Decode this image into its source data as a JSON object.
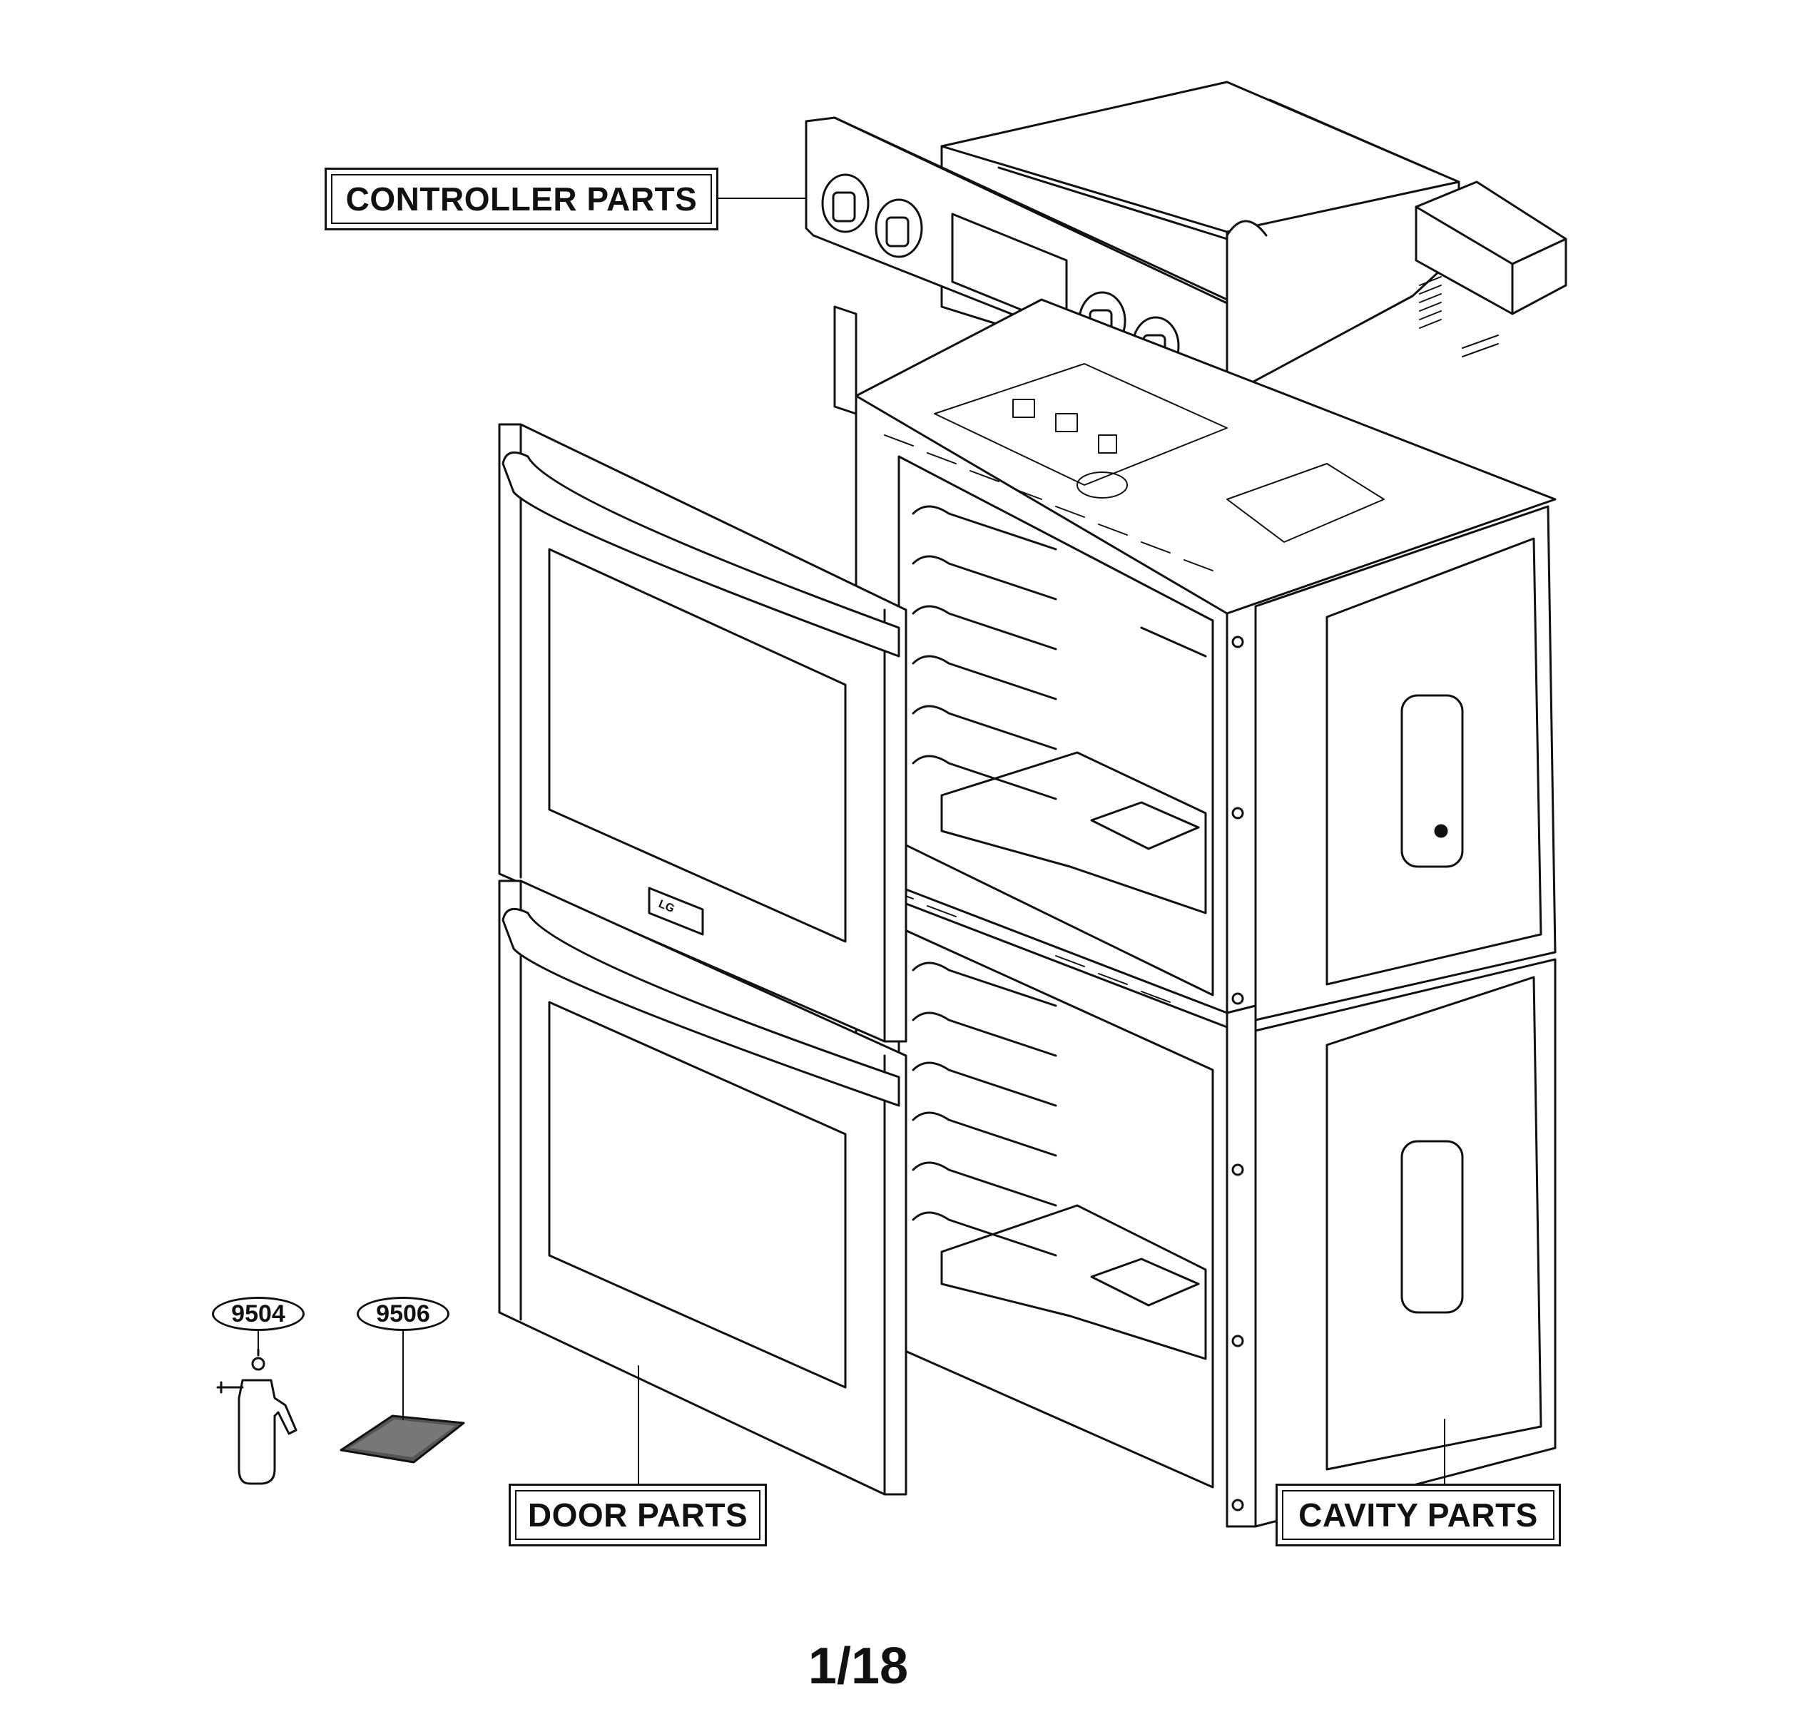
{
  "labels": {
    "controller": "CONTROLLER PARTS",
    "door": "DOOR PARTS",
    "cavity": "CAVITY PARTS"
  },
  "callouts": {
    "item_9504": "9504",
    "item_9506": "9506"
  },
  "logo_text": "LG",
  "page_number": "1/18"
}
